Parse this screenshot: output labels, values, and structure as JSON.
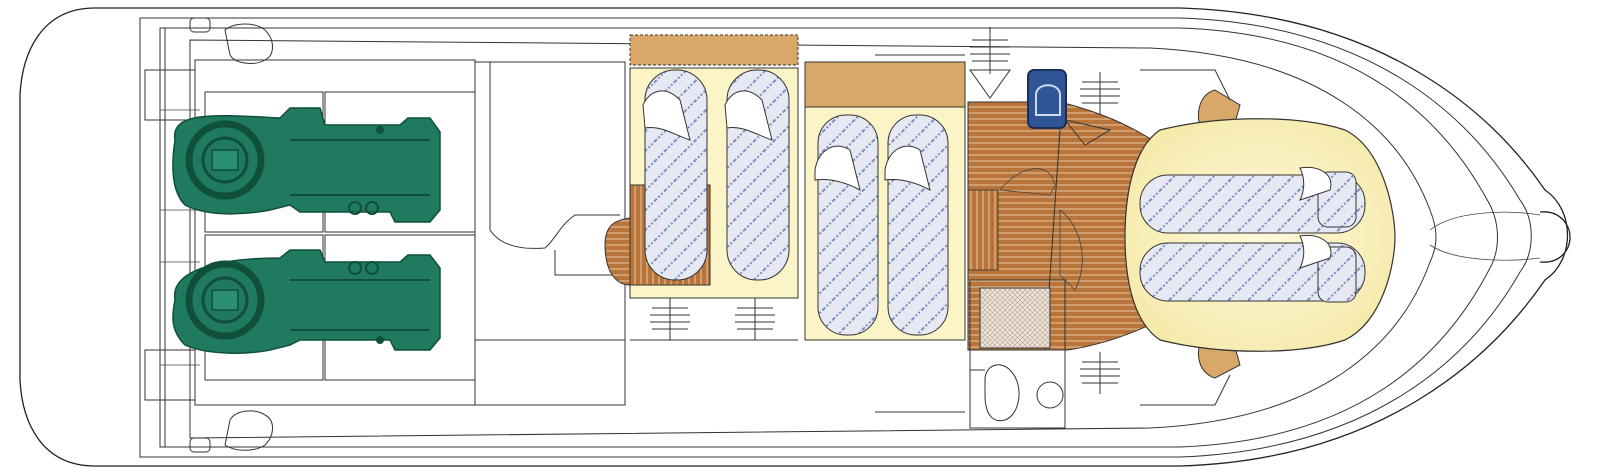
{
  "diagram": {
    "kind": "boat-deck-plan",
    "colors": {
      "hull_outline": "#222222",
      "engine": "#1f7a60",
      "engine_dark": "#0f4f3c",
      "teak": "#b8743a",
      "teak_line": "#e8c9a0",
      "berth_fill": "#fbf4c6",
      "mattress": "#e6e8f2",
      "mattress_stripe": "#7d8fc2",
      "pillow": "#ffffff",
      "upholstery": "#d8a868",
      "nav_seat": "#2f5597",
      "shower_floor": "#e8ddd2"
    },
    "components": [
      "engine-port",
      "engine-starboard",
      "aft-cabin-double-berth",
      "mid-cabin-twin-berths",
      "saloon-teak-floor",
      "forward-cabin-v-berth",
      "head-compartment",
      "hanging-lockers",
      "nav-seat"
    ]
  }
}
